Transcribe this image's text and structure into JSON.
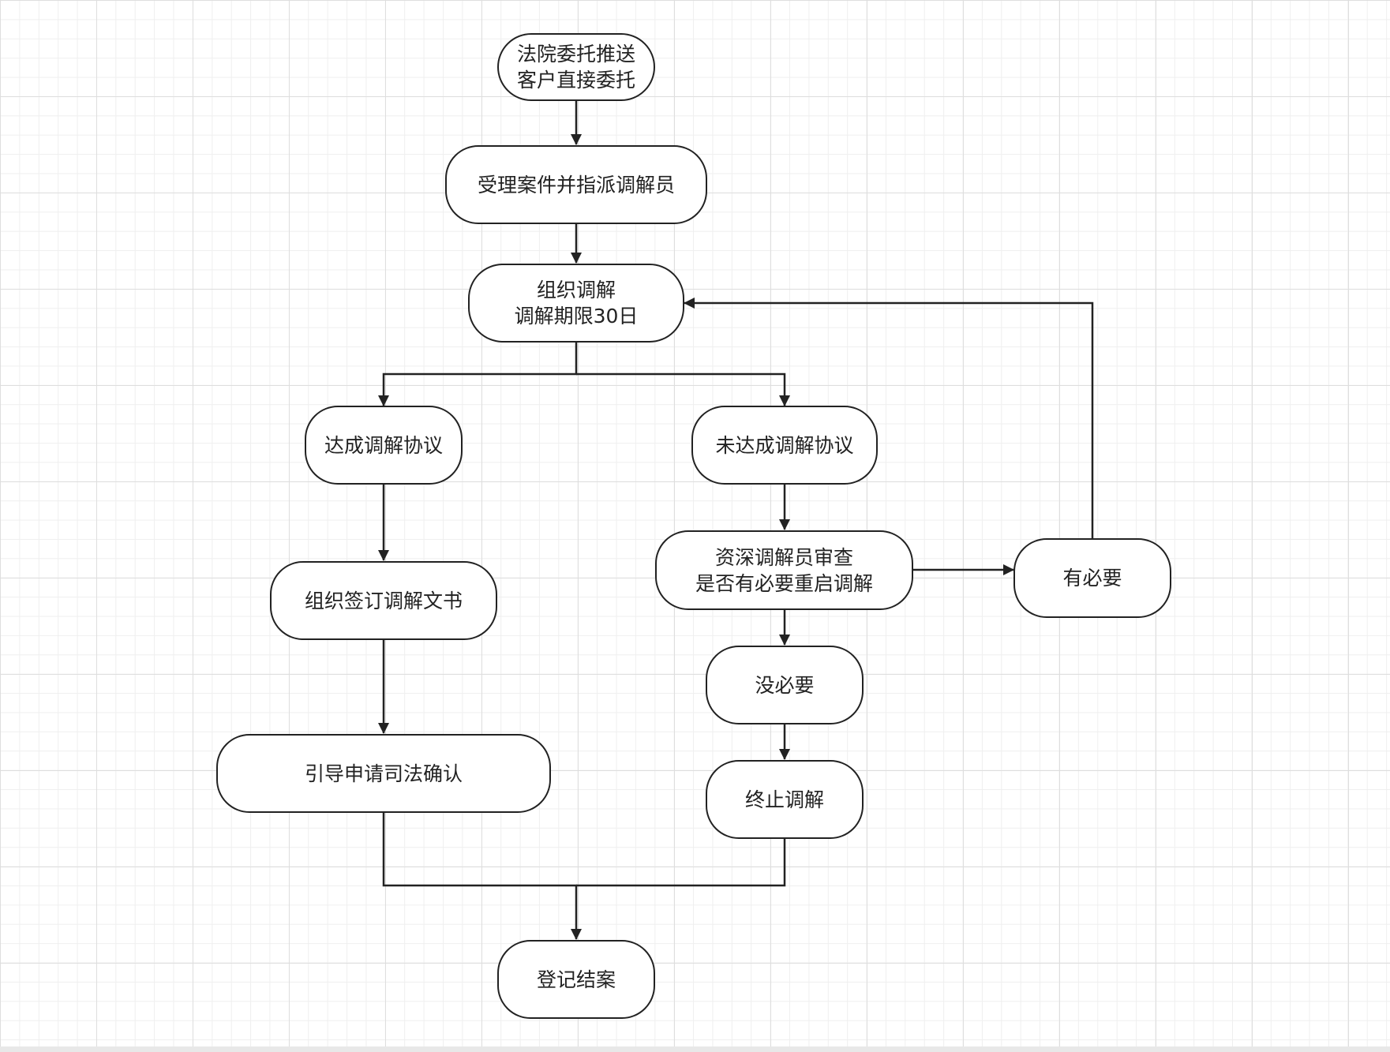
{
  "diagram": {
    "type": "flowchart",
    "nodes": {
      "start": {
        "lines": [
          "法院委托推送",
          "客户直接委托"
        ]
      },
      "accept": {
        "lines": [
          "受理案件并指派调解员"
        ]
      },
      "mediate": {
        "lines": [
          "组织调解",
          "调解期限30日"
        ]
      },
      "agree": {
        "lines": [
          "达成调解协议"
        ]
      },
      "disagree": {
        "lines": [
          "未达成调解协议"
        ]
      },
      "sign": {
        "lines": [
          "组织签订调解文书"
        ]
      },
      "review": {
        "lines": [
          "资深调解员审查",
          "是否有必要重启调解"
        ]
      },
      "necessary": {
        "lines": [
          "有必要"
        ]
      },
      "unnecessary": {
        "lines": [
          "没必要"
        ]
      },
      "guide": {
        "lines": [
          "引导申请司法确认"
        ]
      },
      "terminate": {
        "lines": [
          "终止调解"
        ]
      },
      "close": {
        "lines": [
          "登记结案"
        ]
      }
    },
    "edges": [
      {
        "from": "start",
        "to": "accept"
      },
      {
        "from": "accept",
        "to": "mediate"
      },
      {
        "from": "mediate",
        "to": "agree"
      },
      {
        "from": "mediate",
        "to": "disagree"
      },
      {
        "from": "agree",
        "to": "sign"
      },
      {
        "from": "sign",
        "to": "guide"
      },
      {
        "from": "disagree",
        "to": "review"
      },
      {
        "from": "review",
        "to": "necessary"
      },
      {
        "from": "necessary",
        "to": "mediate"
      },
      {
        "from": "review",
        "to": "unnecessary"
      },
      {
        "from": "unnecessary",
        "to": "terminate"
      },
      {
        "from": "guide",
        "to": "close"
      },
      {
        "from": "terminate",
        "to": "close"
      }
    ]
  },
  "colors": {
    "stroke": "#222222",
    "node_fill": "#ffffff",
    "grid": "#dedede"
  }
}
